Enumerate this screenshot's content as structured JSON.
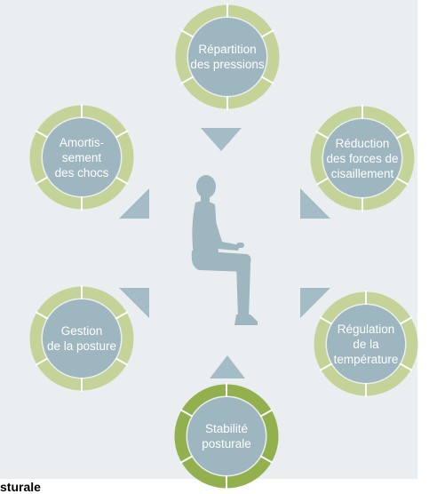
{
  "colors": {
    "background": "#ebeef0",
    "ring_light": "#c4d499",
    "ring_active": "#93b04f",
    "ring_gap": "#ffffff",
    "disc": "#9db6bf",
    "pointer": "#a3bcc5",
    "figure": "#9db6bf"
  },
  "nodes": [
    {
      "id": "pressure",
      "label": "Répartition\ndes pressions",
      "active": false
    },
    {
      "id": "shear",
      "label": "Réduction\ndes forces de\ncisaillement",
      "active": false
    },
    {
      "id": "temperature",
      "label": "Régulation\nde la\ntempérature",
      "active": false
    },
    {
      "id": "stability",
      "label": "Stabilité\nposturale",
      "active": true
    },
    {
      "id": "posture",
      "label": "Gestion\nde la posture",
      "active": false
    },
    {
      "id": "shock",
      "label": "Amortis-\nsement\ndes chocs",
      "active": false
    }
  ],
  "center_icon": "seated-person-icon",
  "caption": "sturale"
}
